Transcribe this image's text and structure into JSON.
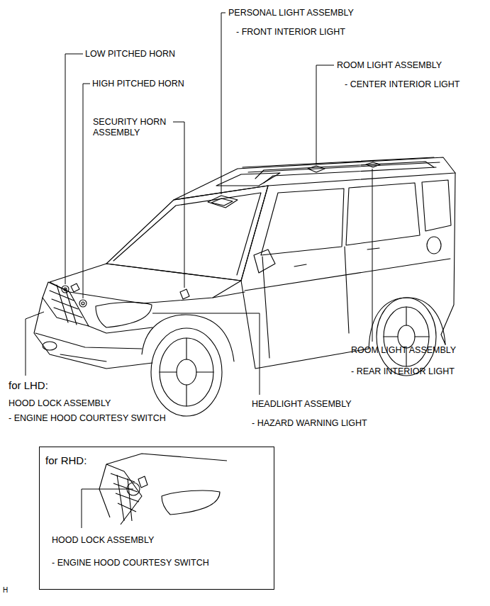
{
  "diagram": {
    "nodes": [
      {
        "text": [
          "for RHD:",
          "HOOD LOCK ASSEMBLY",
          "- ENGINE HOOD COURTESY SWITCH"
        ]
      }
    ],
    "labels": [
      "PERSONAL LIGHT ASSEMBLY",
      "- FRONT INTERIOR LIGHT",
      "LOW PITCHED HORN",
      "HIGH PITCHED HORN",
      "ROOM LIGHT ASSEMBLY",
      "- CENTER INTERIOR LIGHT",
      "SECURITY HORN ASSEMBLY",
      "for LHD:",
      "HOOD LOCK ASSEMBLY",
      "- ENGINE HOOD COURTESY SWITCH",
      "ROOM LIGHT ASSEMBLY",
      "- REAR INTERIOR LIGHT",
      "HEADLIGHT ASSEMBLY",
      "- HAZARD WARNING LIGHT",
      "H"
    ]
  }
}
